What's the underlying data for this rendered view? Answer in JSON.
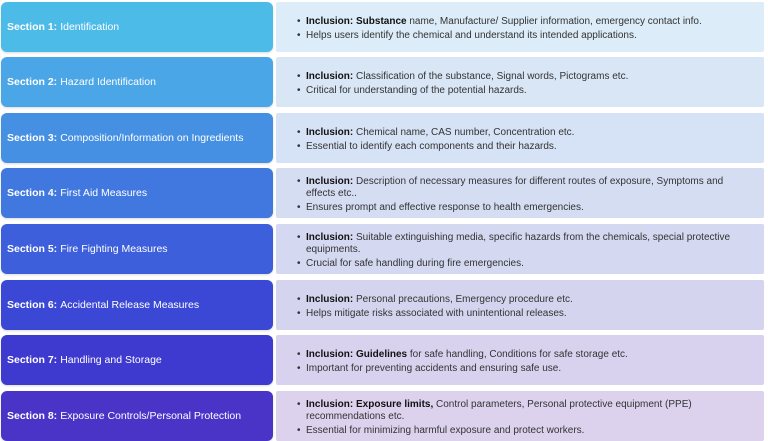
{
  "sections": [
    {
      "number": "Section 1:",
      "title": "Identification",
      "color": "#4dbbe8",
      "panel": "#dcecf8",
      "inclusion_label": "Inclusion:",
      "inclusion_bold": "Substance",
      "inclusion_text": " name, Manufacture/ Supplier information, emergency contact info.",
      "point": "Helps users identify the chemical and understand its intended applications."
    },
    {
      "number": "Section 2:",
      "title": "Hazard Identification",
      "color": "#4aa6e6",
      "panel": "#d8e6f6",
      "inclusion_label": "Inclusion:",
      "inclusion_bold": "",
      "inclusion_text": "Classification of the substance, Signal words, Pictograms etc.",
      "point": "Critical for understanding of the potential hazards."
    },
    {
      "number": "Section 3:",
      "title": "Composition/Information on Ingredients",
      "color": "#4690e3",
      "panel": "#d6e2f5",
      "inclusion_label": "Inclusion:",
      "inclusion_bold": "",
      "inclusion_text": "Chemical name, CAS number, Concentration etc.",
      "point": "Essential to identify each components and their hazards."
    },
    {
      "number": "Section 4:",
      "title": "First Aid Measures",
      "color": "#4178e0",
      "panel": "#d5ddf3",
      "inclusion_label": "Inclusion:",
      "inclusion_bold": "",
      "inclusion_text": "Description of necessary measures for different routes of exposure, Symptoms and effects etc..",
      "point": "Ensures prompt and effective response to health emergencies."
    },
    {
      "number": "Section 5:",
      "title": "Fire Fighting Measures",
      "color": "#3d5fdc",
      "panel": "#d4d8f1",
      "inclusion_label": "Inclusion:",
      "inclusion_bold": "",
      "inclusion_text": "Suitable extinguishing media, specific hazards from the chemicals, special protective equipments.",
      "point": "Crucial for safe handling during fire emergencies."
    },
    {
      "number": "Section 6:",
      "title": "Accidental Release Measures",
      "color": "#3b48d6",
      "panel": "#d5d4ef",
      "inclusion_label": "Inclusion:",
      "inclusion_bold": "",
      "inclusion_text": "Personal precautions, Emergency procedure etc.",
      "point": "Helps mitigate risks associated with unintentional releases."
    },
    {
      "number": "Section 7:",
      "title": "Handling and Storage",
      "color": "#3e3ad0",
      "panel": "#d8d2ee",
      "inclusion_label": "Inclusion:",
      "inclusion_bold": "Guidelines",
      "inclusion_text": " for safe handling, Conditions for safe storage etc.",
      "point": "Important for preventing accidents and ensuring safe use."
    },
    {
      "number": "Section 8:",
      "title": "Exposure Controls/Personal Protection",
      "color": "#4a34c8",
      "panel": "#dcd2ed",
      "inclusion_label": "Inclusion:",
      "inclusion_bold": "Exposure limits,",
      "inclusion_text": " Control parameters, Personal protective equipment (PPE) recommendations etc.",
      "point": "Essential for minimizing harmful exposure and protect workers."
    }
  ]
}
